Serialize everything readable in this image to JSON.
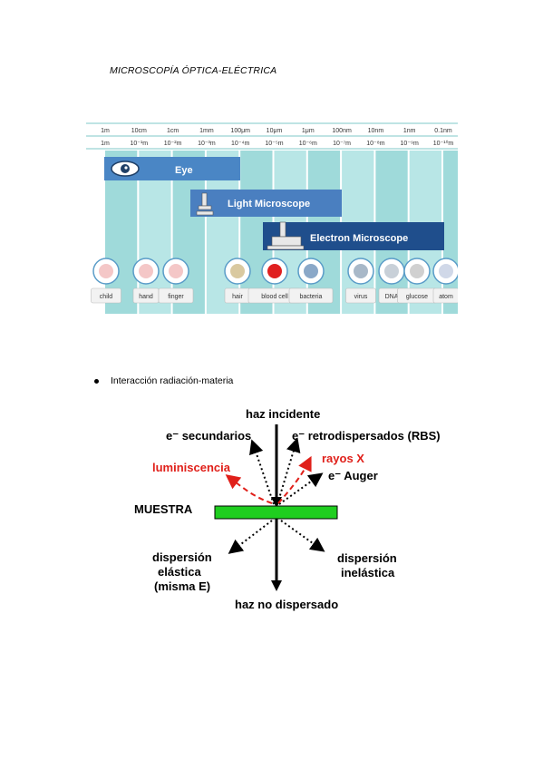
{
  "title": "MICROSCOPÍA ÓPTICA-ELÉCTRICA",
  "scale_figure": {
    "top_row": [
      "1m",
      "10cm",
      "1cm",
      "1mm",
      "100μm",
      "10μm",
      "1μm",
      "100nm",
      "10nm",
      "1nm",
      "0.1nm"
    ],
    "bottom_row": [
      "1m",
      "10⁻¹m",
      "10⁻²m",
      "10⁻³m",
      "10⁻⁴m",
      "10⁻⁵m",
      "10⁻⁶m",
      "10⁻⁷m",
      "10⁻⁸m",
      "10⁻⁹m",
      "10⁻¹⁰m"
    ],
    "bands": {
      "eye": "Eye",
      "light": "Light Microscope",
      "electron": "Electron Microscope"
    },
    "objects": [
      "child",
      "hand",
      "finger",
      "hair",
      "blood cell",
      "bacteria",
      "virus",
      "DNA",
      "glucose",
      "atom"
    ]
  },
  "bullet": "Interacción radiación-materia",
  "diagram": {
    "incident": "haz incidente",
    "secondary": "e⁻ secundarios",
    "backscattered": "e⁻ retrodispersados (RBS)",
    "luminescence": "luminiscencia",
    "xrays": "rayos X",
    "auger": "e⁻ Auger",
    "sample": "MUESTRA",
    "elastic_1": "dispersión",
    "elastic_2": "elástica",
    "elastic_3": "(misma E)",
    "inelastic_1": "dispersión",
    "inelastic_2": "inelástica",
    "undispersed": "haz no dispersado"
  }
}
